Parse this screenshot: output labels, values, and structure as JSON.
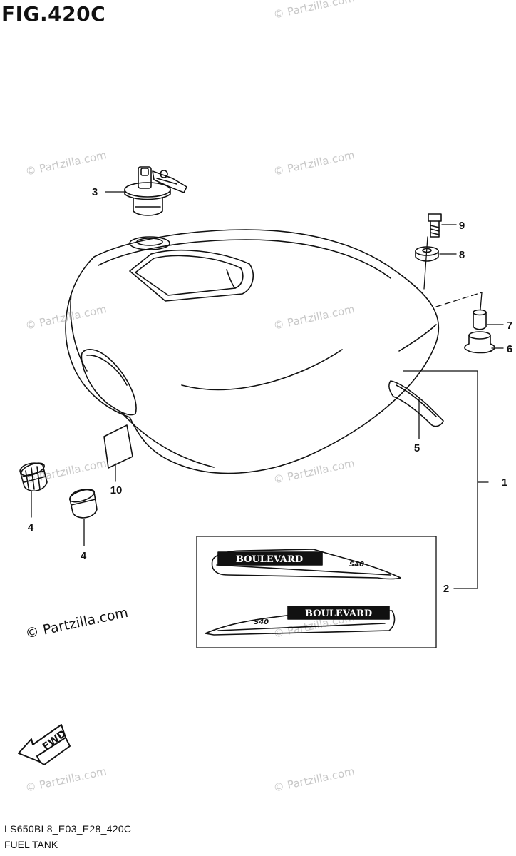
{
  "figure": {
    "title": "FIG.420C"
  },
  "footer": {
    "model_code": "LS650BL8_E03_E28_420C",
    "section_name": "FUEL TANK"
  },
  "watermark": {
    "text": "© Partzilla.com"
  },
  "fwd_badge": {
    "label": "FWD"
  },
  "decal_text": {
    "brand": "BOULEVARD",
    "badge": "S40"
  },
  "callouts": [
    {
      "id": "c1",
      "label": "1"
    },
    {
      "id": "c2",
      "label": "2"
    },
    {
      "id": "c3",
      "label": "3"
    },
    {
      "id": "c4a",
      "label": "4"
    },
    {
      "id": "c4b",
      "label": "4"
    },
    {
      "id": "c5",
      "label": "5"
    },
    {
      "id": "c6",
      "label": "6"
    },
    {
      "id": "c7",
      "label": "7"
    },
    {
      "id": "c8",
      "label": "8"
    },
    {
      "id": "c9",
      "label": "9"
    },
    {
      "id": "c10",
      "label": "10"
    }
  ]
}
